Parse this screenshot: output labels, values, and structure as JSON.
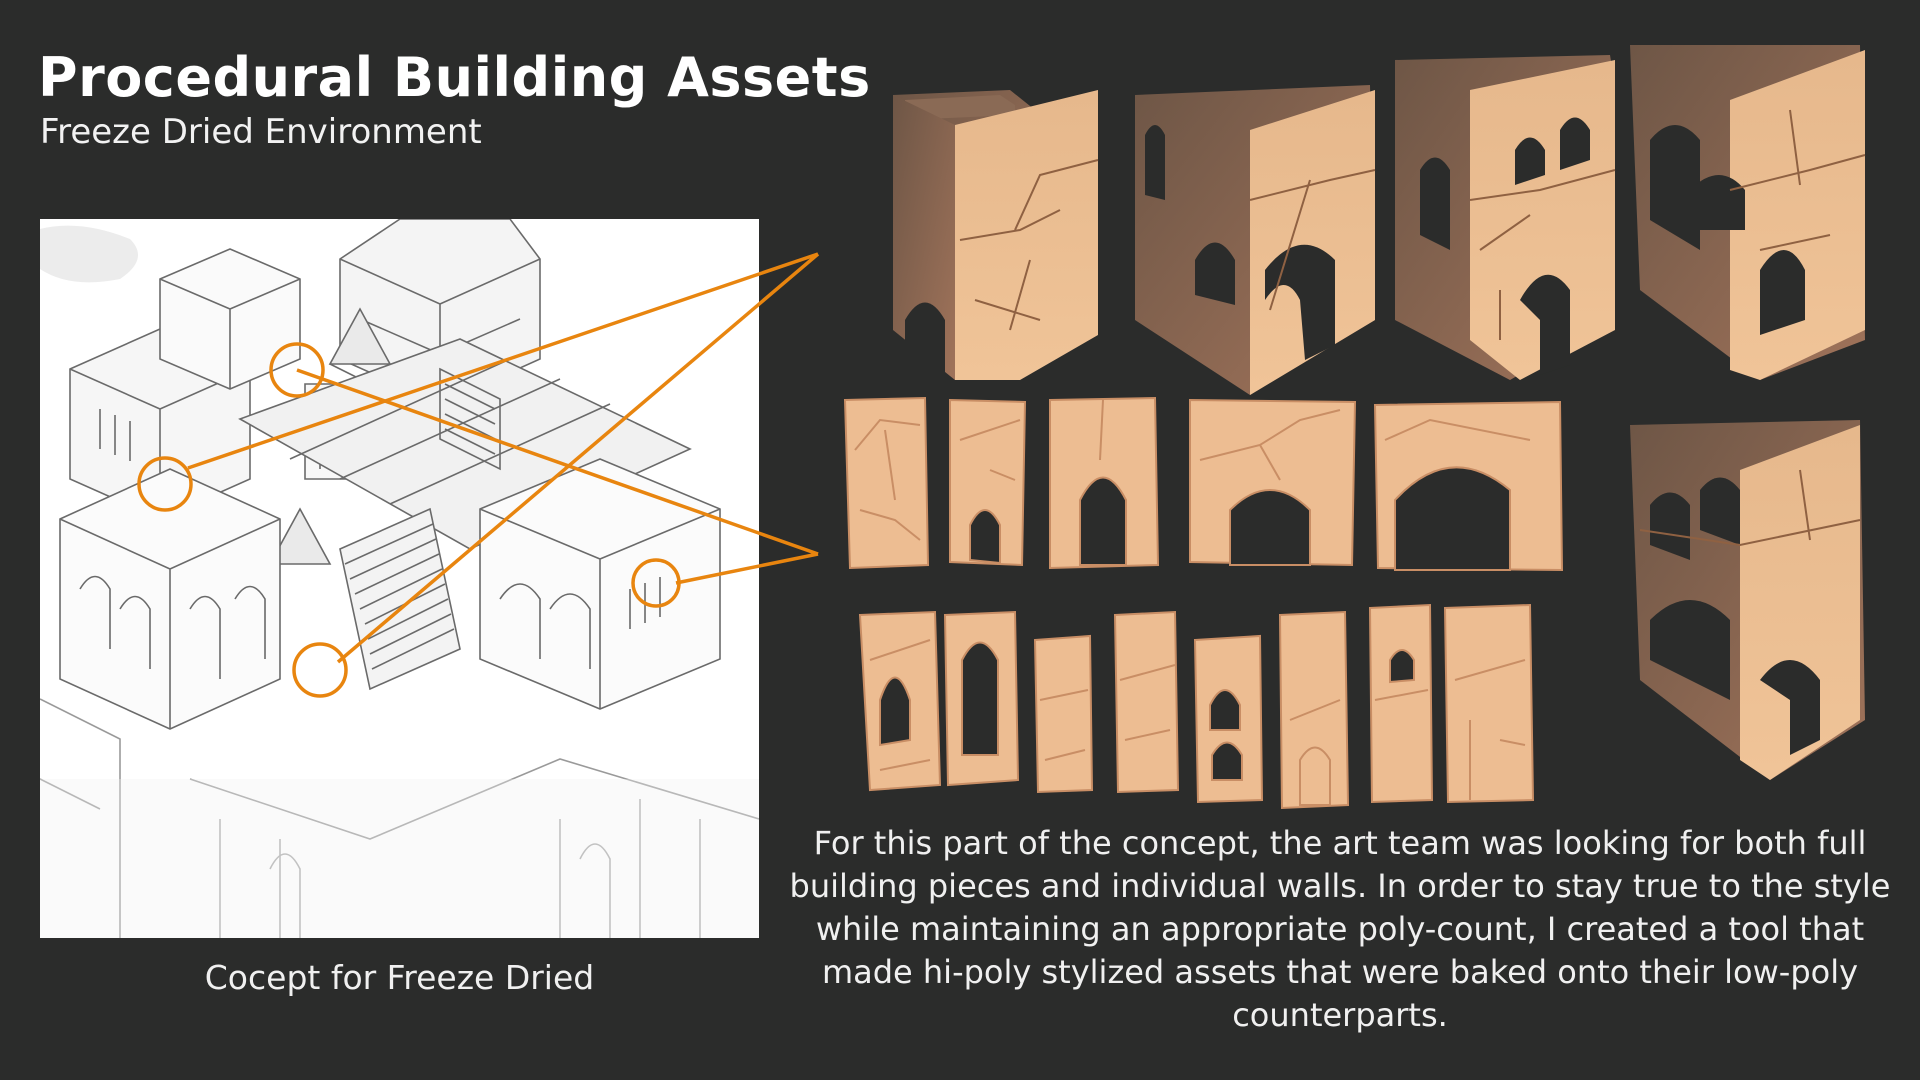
{
  "title": "Procedural Building Assets",
  "subtitle": "Freeze Dried Environment",
  "concept_caption": "Cocept for Freeze Dried",
  "description": "For this part of the concept, the art team was looking for both full building pieces and individual walls. In order to stay true to the style while maintaining an appropriate poly-count, I created a tool that made hi-poly stylized assets that were baked onto their low-poly counterparts.",
  "colors": {
    "background": "#2b2c2b",
    "callout": "#e8850f",
    "wall_light": "#eab98a",
    "wall_dark": "#7a5e4e"
  },
  "icons": [
    "circle-callout-icon"
  ]
}
